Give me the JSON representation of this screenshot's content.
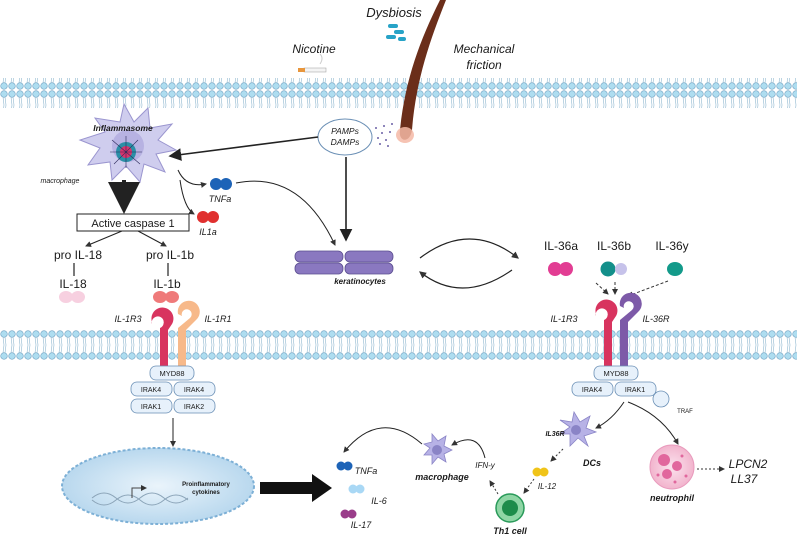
{
  "triggers": {
    "dysbiosis": "Dysbiosis",
    "nicotine": "Nicotine",
    "mechanical_1": "Mechanical",
    "mechanical_2": "friction",
    "pamps": "PAMPs",
    "damps": "DAMPs"
  },
  "left_pathway": {
    "inflammasome": "Inflammasome",
    "macrophage": "macrophage",
    "tnfa": "TNFa",
    "il1a": "IL1a",
    "active_caspase": "Active caspase 1",
    "pro_il18": "pro IL-18",
    "pro_il1b": "pro IL-1b",
    "il18": "IL-18",
    "il1b": "IL-1b",
    "il1r3": "IL-1R3",
    "il1r1": "IL-1R1",
    "myd88": "MYD88",
    "irak4_a": "IRAK4",
    "irak4_b": "IRAK4",
    "irak1": "IRAK1",
    "irak2": "IRAK2",
    "nucleus_1": "Proinflammatory",
    "nucleus_2": "cytokines"
  },
  "center": {
    "keratinocytes": "keratinocytes"
  },
  "right_pathway": {
    "il36a": "IL-36a",
    "il36b": "IL-36b",
    "il36y": "IL-36y",
    "il1r3": "IL-1R3",
    "il36r": "IL-36R",
    "myd88": "MYD88",
    "irak4": "IRAK4",
    "irak1": "IRAK1",
    "traf": "TRAF",
    "il36r_small": "IL36R",
    "dcs": "DCs",
    "il12": "IL-12",
    "th1": "Th1 cell",
    "ifny": "IFN-y",
    "macrophage": "macrophage",
    "neutrophil": "neutrophil",
    "lpcn2": "LPCN2",
    "ll37": "LL37"
  },
  "outputs": {
    "tnfa": "TNFa",
    "il6": "IL-6",
    "il17": "IL-17"
  }
}
